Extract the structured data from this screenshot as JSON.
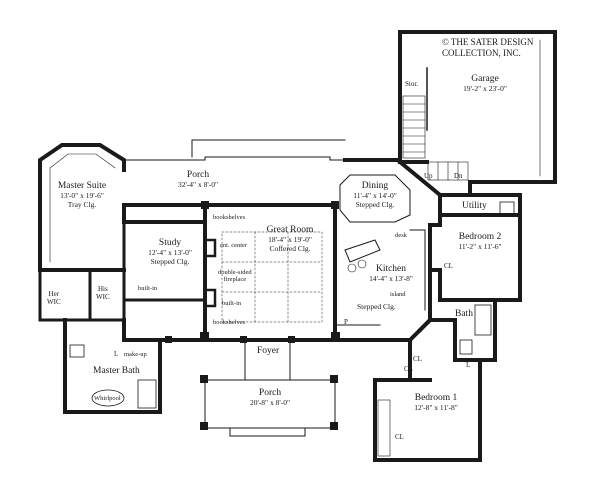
{
  "copyright": {
    "line1": "© THE SATER DESIGN",
    "line2": "COLLECTION, INC."
  },
  "rooms": {
    "garage": {
      "name": "Garage",
      "dims": "19'-2\" x 23'-0\""
    },
    "storage": {
      "name": "Stor."
    },
    "porch_rear": {
      "name": "Porch",
      "dims": "32'-4\" x 8'-0\""
    },
    "master_suite": {
      "name": "Master Suite",
      "dims": "13'-0\" x 19'-6\"",
      "note": "Tray Clg."
    },
    "dining": {
      "name": "Dining",
      "dims": "11'-4\" x 14'-0\"",
      "note": "Stepped Clg."
    },
    "utility": {
      "name": "Utility"
    },
    "great_room": {
      "name": "Great Room",
      "dims": "18'-4\" x 19'-0\"",
      "note": "Coffered Clg."
    },
    "study": {
      "name": "Study",
      "dims": "12'-4\" x 13'-0\"",
      "note": "Stepped Clg."
    },
    "bedroom2": {
      "name": "Bedroom 2",
      "dims": "11'-2\" x 11'-6\""
    },
    "kitchen": {
      "name": "Kitchen",
      "dims": "14'-4\" x 13'-8\"",
      "note": "Stepped Clg."
    },
    "her_wic": {
      "name": "Her\nWIC"
    },
    "his_wic": {
      "name": "His\nWIC"
    },
    "bath": {
      "name": "Bath"
    },
    "foyer": {
      "name": "Foyer"
    },
    "master_bath": {
      "name": "Master Bath"
    },
    "porch_front": {
      "name": "Porch",
      "dims": "20'-8\" x 8'-0\""
    },
    "bedroom1": {
      "name": "Bedroom 1",
      "dims": "12'-8\" x 11'-8\""
    }
  },
  "annotations": {
    "up": "Up",
    "dn": "Dn",
    "bookshelves_top": "bookshelves",
    "ent_center": "ent. center",
    "double_sided_fireplace": "double-sided\nfireplace",
    "built_in_gr": "built-in",
    "bookshelves_bottom": "bookshelves",
    "built_in_study": "built-in",
    "desk": "desk",
    "island": "island",
    "pantry": "P",
    "cl_bed2": "CL",
    "cl_bed1": "CL",
    "cl_bath": "CL",
    "cl_bed1_b": "CL",
    "linen": "L",
    "linen_master": "L",
    "make_up": "make-up",
    "whirlpool": "Whirlpool"
  }
}
